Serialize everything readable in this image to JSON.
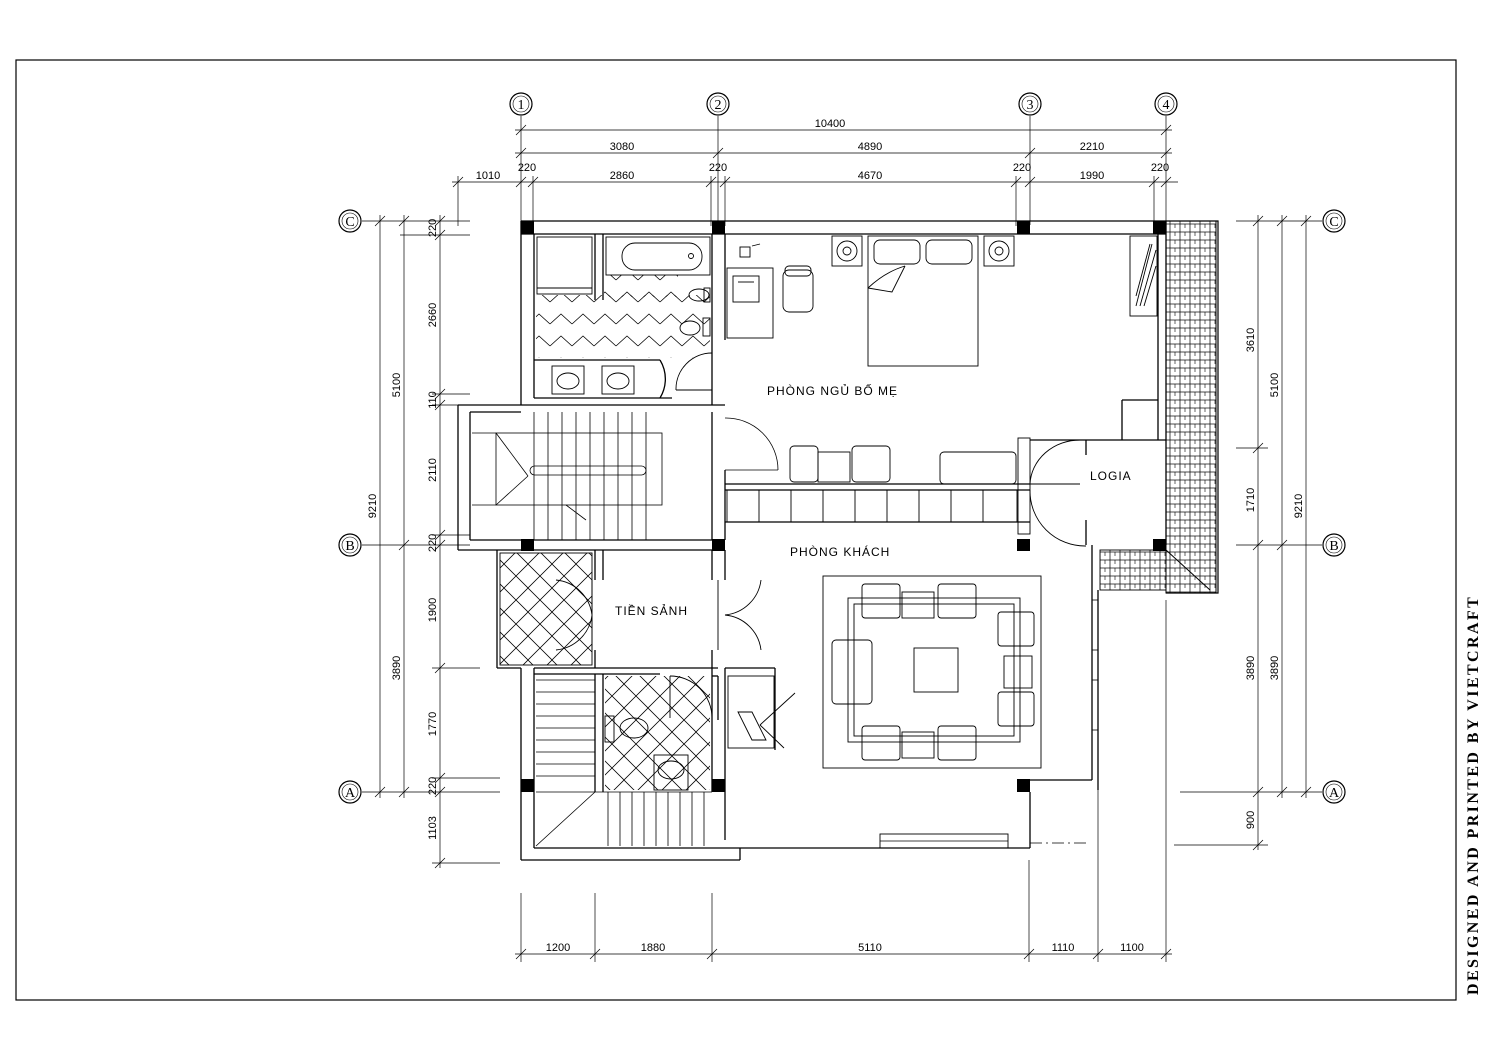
{
  "axes": {
    "columns": [
      "1",
      "2",
      "3",
      "4"
    ],
    "rows": [
      "C",
      "B",
      "A"
    ]
  },
  "dimensions": {
    "top_overall": "10400",
    "top_mid": [
      "3080",
      "4890",
      "2210"
    ],
    "top_inner": [
      "1010",
      "220",
      "2860",
      "220",
      "4670",
      "220",
      "1990",
      "220"
    ],
    "left_inner": [
      "220",
      "2660",
      "110",
      "2110",
      "220",
      "1900",
      "1770",
      "220",
      "1103"
    ],
    "left_mid": [
      "5100",
      "3890"
    ],
    "left_overall": "9210",
    "right_inner": [
      "3610",
      "1710",
      "3890",
      "900"
    ],
    "right_mid": [
      "5100",
      "3890"
    ],
    "right_overall": "9210",
    "bottom": [
      "1200",
      "1880",
      "5110",
      "1110",
      "1100"
    ]
  },
  "rooms": {
    "bedroom": "PHÒNG NGỦ BỐ MẸ",
    "logia": "LOGIA",
    "living": "PHÒNG KHÁCH",
    "lobby": "TIỀN SẢNH"
  },
  "credit": "DESIGNED AND PRINTED BY VIETCRAFT"
}
